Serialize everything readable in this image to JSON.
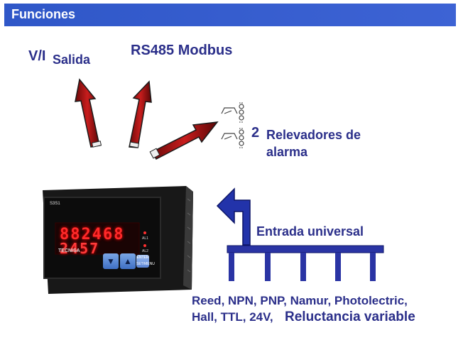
{
  "header": {
    "title": "Funciones"
  },
  "outputs": {
    "vi": "V/I",
    "salida": "Salida",
    "rs485": "RS485 Modbus",
    "relays_count": "2",
    "relays_line1": "Relevadores de",
    "relays_line2": "alarma"
  },
  "input": {
    "label": "Entrada universal",
    "signals_line1": "Reed, NPN, PNP, Namur, Photolectric,",
    "signals_line2": "Hall, TTL, 24V,",
    "signals_line3": "Reluctancia variable"
  },
  "meter": {
    "display_row1": "882468",
    "display_row2": "2457",
    "brand": "TECNISA",
    "model": "S3S1",
    "led1_label": "AL1",
    "led2_label": "AL2",
    "btn_down": "▼",
    "btn_up": "▲",
    "btn_set": "ENTER SET/MENU"
  },
  "colors": {
    "accent": "#2b2f8a",
    "header": "#3559cc",
    "arrow": "#b31515",
    "arrow_blue": "#2233aa"
  },
  "icons": [
    "arrow-up-icon",
    "relay-switch-icon",
    "blue-arrow-icon",
    "input-bus-icon"
  ]
}
